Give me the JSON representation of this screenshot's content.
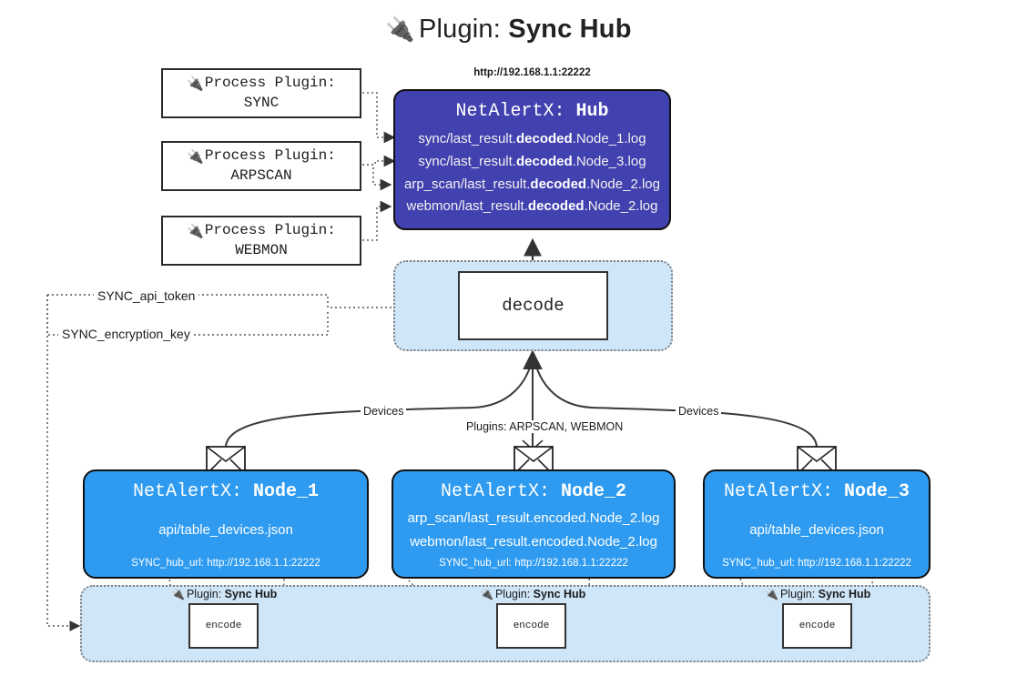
{
  "title": {
    "icon": "plug-icon",
    "lead": "Plugin:",
    "name": "Sync Hub"
  },
  "process_plugins": [
    {
      "icon": "plug-icon",
      "label": "Process Plugin:",
      "name": "SYNC"
    },
    {
      "icon": "plug-icon",
      "label": "Process Plugin:",
      "name": "ARPSCAN"
    },
    {
      "icon": "plug-icon",
      "label": "Process Plugin:",
      "name": "WEBMON"
    }
  ],
  "hub": {
    "url": "http://192.168.1.1:22222",
    "header_prefix": "NetAlertX:",
    "header_name": "Hub",
    "files": [
      {
        "pre": "sync/last_result.",
        "mid": "decoded",
        "post": ".Node_1.log"
      },
      {
        "pre": "sync/last_result.",
        "mid": "decoded",
        "post": ".Node_3.log"
      },
      {
        "pre": "arp_scan/last_result.",
        "mid": "decoded",
        "post": ".Node_2.log"
      },
      {
        "pre": "webmon/last_result.",
        "mid": "decoded",
        "post": ".Node_2.log"
      }
    ]
  },
  "decode": {
    "label": "decode"
  },
  "config_labels": {
    "api_token": "SYNC_api_token",
    "encryption_key": "SYNC_encryption_key"
  },
  "edge_labels": {
    "devices_left": "Devices",
    "devices_right": "Devices",
    "plugins_middle": "Plugins: ARPSCAN, WEBMON"
  },
  "nodes": [
    {
      "icon": "envelope-icon",
      "header_prefix": "NetAlertX:",
      "header_name": "Node_1",
      "lines": [
        "api/table_devices.json"
      ],
      "footer": "SYNC_hub_url: http://192.168.1.1:22222"
    },
    {
      "icon": "envelope-icon",
      "header_prefix": "NetAlertX:",
      "header_name": "Node_2",
      "lines": [
        "arp_scan/last_result.encoded.Node_2.log",
        "webmon/last_result.encoded.Node_2.log"
      ],
      "footer": "SYNC_hub_url: http://192.168.1.1:22222"
    },
    {
      "icon": "envelope-icon",
      "header_prefix": "NetAlertX:",
      "header_name": "Node_3",
      "lines": [
        "api/table_devices.json"
      ],
      "footer": "SYNC_hub_url: http://192.168.1.1:22222"
    }
  ],
  "encoders": [
    {
      "tag_icon": "plug-icon",
      "tag_lead": "Plugin:",
      "tag_name": "Sync Hub",
      "label": "encode"
    },
    {
      "tag_icon": "plug-icon",
      "tag_lead": "Plugin:",
      "tag_name": "Sync Hub",
      "label": "encode"
    },
    {
      "tag_icon": "plug-icon",
      "tag_lead": "Plugin:",
      "tag_name": "Sync Hub",
      "label": "encode"
    }
  ],
  "colors": {
    "hub": "#4141b0",
    "node": "#2e9bf0",
    "container": "#cfe6f9",
    "stroke": "#3a3a3a"
  }
}
